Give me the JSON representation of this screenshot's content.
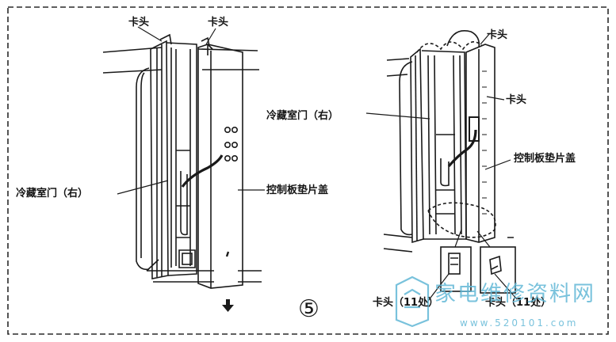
{
  "labels": {
    "left_clip_1": "卡头",
    "left_clip_2": "卡头",
    "left_door": "冷藏室门（右）",
    "left_cover": "控制板垫片盖",
    "right_clip_top": "卡头",
    "right_clip_side": "卡头",
    "right_door": "冷藏室门（右）",
    "right_cover": "控制板垫片盖",
    "bottom_clip_1": "卡头（11处）",
    "bottom_clip_2": "卡头（11处）"
  },
  "step_number": "⑤",
  "watermark": {
    "text": "家电维修资料网",
    "url": "www.520101.com",
    "color": "#62b8d6"
  },
  "icons": {
    "arrow": "down-arrow-icon",
    "logo": "watermark-logo-icon"
  },
  "colors": {
    "line": "#1a1a1a",
    "background": "#ffffff",
    "watermark": "#62b8d6"
  }
}
